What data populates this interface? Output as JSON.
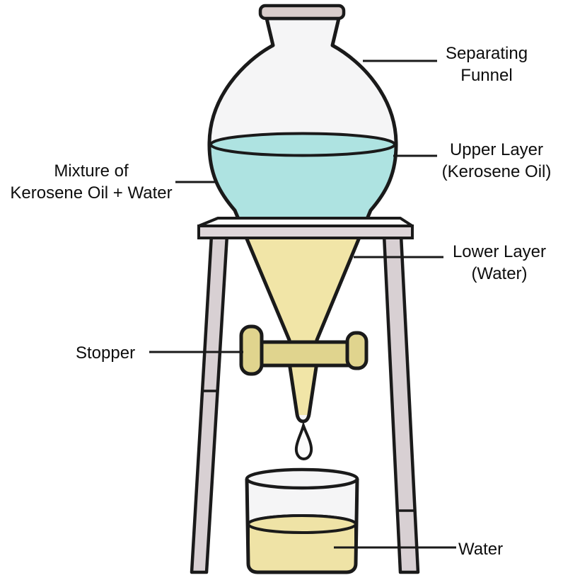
{
  "labels": {
    "separating_funnel": "Separating\nFunnel",
    "upper_layer": "Upper Layer\n(Kerosene Oil)",
    "mixture": "Mixture of\nKerosene Oil + Water",
    "lower_layer": "Lower Layer\n(Water)",
    "stopper": "Stopper",
    "water": "Water"
  },
  "colors": {
    "kerosene_layer": "#aee3e1",
    "water_layer": "#f1e5a7",
    "stopcock": "#e0d48e",
    "beaker_water": "#efe3a6",
    "glass": "#f5f5f6",
    "stand": "#d8d0d3",
    "stand_front": "#ded6d9",
    "platform_top": "#fdfdfd",
    "rim": "#d9cdcb",
    "outline": "#1a1a1a",
    "label_text": "#0d0d0d",
    "background": "#ffffff"
  }
}
